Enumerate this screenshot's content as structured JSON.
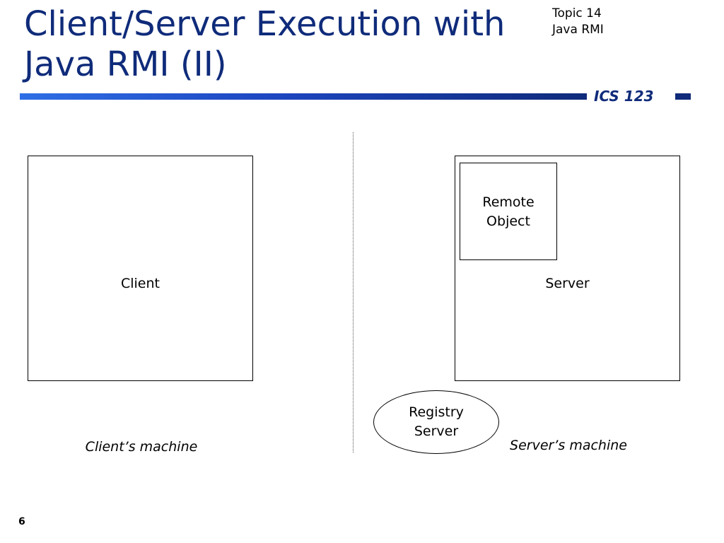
{
  "slide": {
    "title_lines": [
      "Client/Server Execution with",
      "Java RMI (II)"
    ],
    "topic_lines": [
      "Topic 14",
      "Java RMI"
    ],
    "course": "ICS 123",
    "page_number": "6"
  },
  "diagram": {
    "client_label": "Client",
    "server_label": "Server",
    "remote_object_lines": [
      "Remote",
      "Object"
    ],
    "registry_lines": [
      "Registry",
      "Server"
    ],
    "client_machine_label": "Client’s machine",
    "server_machine_label": "Server’s machine"
  }
}
